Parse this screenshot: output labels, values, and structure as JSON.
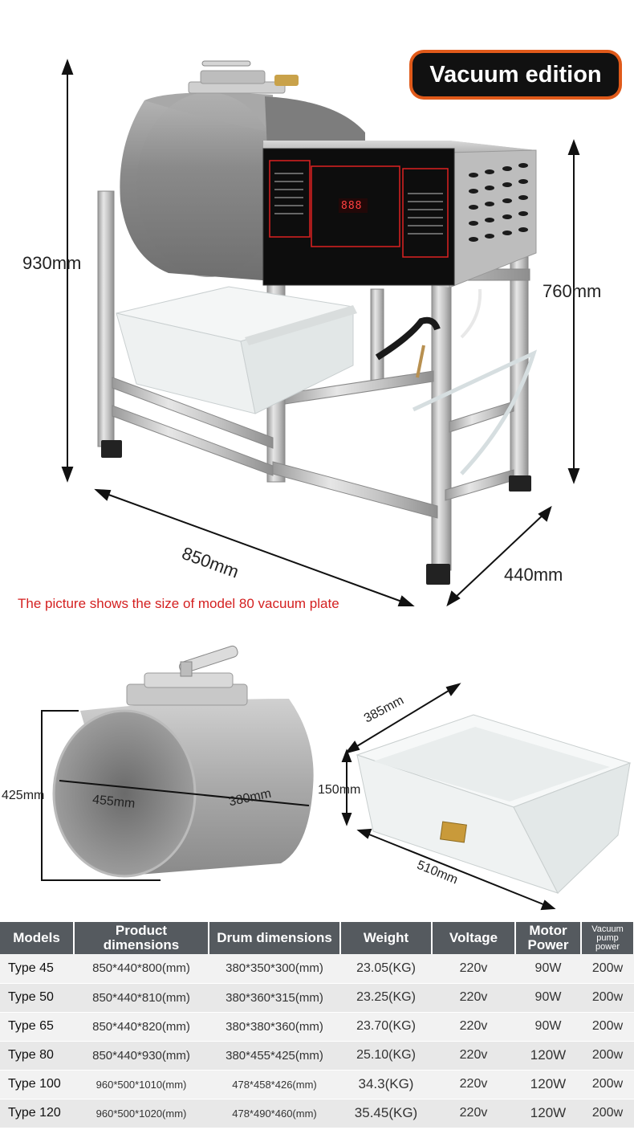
{
  "badge": {
    "label": "Vacuum edition"
  },
  "dimensions": {
    "height_total": "930mm",
    "height_frame": "760mm",
    "width": "850mm",
    "depth": "440mm"
  },
  "note": "The picture shows the size of model 80 vacuum plate",
  "drum": {
    "height": "425mm",
    "diameter": "455mm",
    "length": "380mm"
  },
  "tray": {
    "width": "385mm",
    "height": "150mm",
    "length": "510mm"
  },
  "table": {
    "headers": [
      "Models",
      "Product dimensions",
      "Drum dimensions",
      "Weight",
      "Voltage",
      "Motor Power",
      "Vacuum pump power"
    ],
    "rows": [
      [
        "Type 45",
        "850*440*800(mm)",
        "380*350*300(mm)",
        "23.05(KG)",
        "220v",
        "90W",
        "200w"
      ],
      [
        "Type 50",
        "850*440*810(mm)",
        "380*360*315(mm)",
        "23.25(KG)",
        "220v",
        "90W",
        "200w"
      ],
      [
        "Type 65",
        "850*440*820(mm)",
        "380*380*360(mm)",
        "23.70(KG)",
        "220v",
        "90W",
        "200w"
      ],
      [
        "Type 80",
        "850*440*930(mm)",
        "380*455*425(mm)",
        "25.10(KG)",
        "220v",
        "120W",
        "200w"
      ],
      [
        "Type 100",
        "960*500*1010(mm)",
        "478*458*426(mm)",
        "34.3(KG)",
        "220v",
        "120W",
        "200w"
      ],
      [
        "Type 120",
        "960*500*1020(mm)",
        "478*490*460(mm)",
        "35.45(KG)",
        "220v",
        "120W",
        "200w"
      ]
    ]
  },
  "display": {
    "readout": "888"
  }
}
